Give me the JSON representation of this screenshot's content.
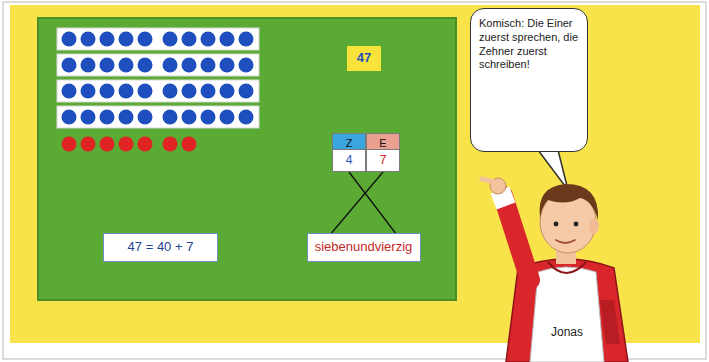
{
  "diagram": {
    "nodes": [
      {
        "text": [
          "47"
        ]
      },
      {
        "text": [
          "Z"
        ]
      },
      {
        "text": [
          "E"
        ]
      },
      {
        "text": [
          "4"
        ]
      },
      {
        "text": [
          "7"
        ]
      },
      {
        "text": [
          "47 = 40 + 7"
        ]
      },
      {
        "text": [
          "siebenundvierzig"
        ]
      },
      {
        "text": [
          "Komisch: Die Einer zuerst sprechen, die Zehner zuerst schreiben!"
        ]
      }
    ],
    "edges": [
      {
        "from": 3,
        "to": 6,
        "arrow": "none"
      },
      {
        "from": 4,
        "to": 6,
        "arrow": "none"
      }
    ],
    "labels": [
      "Jonas"
    ]
  }
}
